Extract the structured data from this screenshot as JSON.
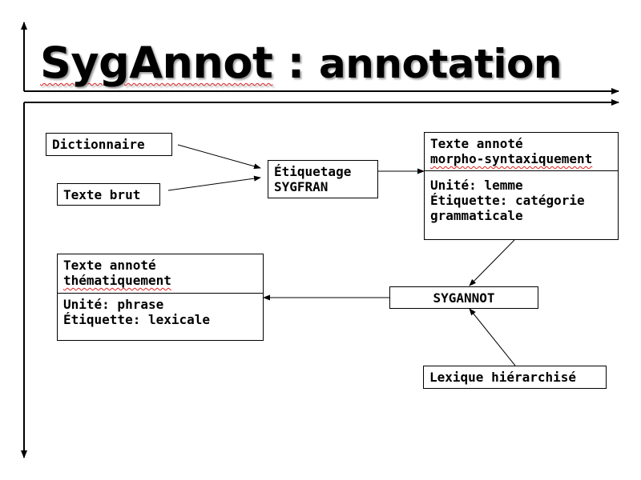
{
  "slide": {
    "title_word1": "SygAnnot",
    "title_sep": " : ",
    "title_word2": "annotation"
  },
  "diagram": {
    "dictionnaire": "Dictionnaire",
    "texte_brut": "Texte brut",
    "etiquetage": {
      "line1": "Étiquetage",
      "line2": "SYGFRAN"
    },
    "texte_morpho": {
      "header_line1": "Texte annoté",
      "header_line2": "morpho-syntaxiquement",
      "body_line1": "Unité: lemme",
      "body_line2": "Étiquette: catégorie",
      "body_line3": "grammaticale"
    },
    "sygannot": "SYGANNOT",
    "texte_thematique": {
      "header_line1": "Texte annoté",
      "header_line2": "thématiquement",
      "body_line1": "Unité: phrase",
      "body_line2": "Étiquette: lexicale"
    },
    "lexique": "Lexique hiérarchisé"
  }
}
